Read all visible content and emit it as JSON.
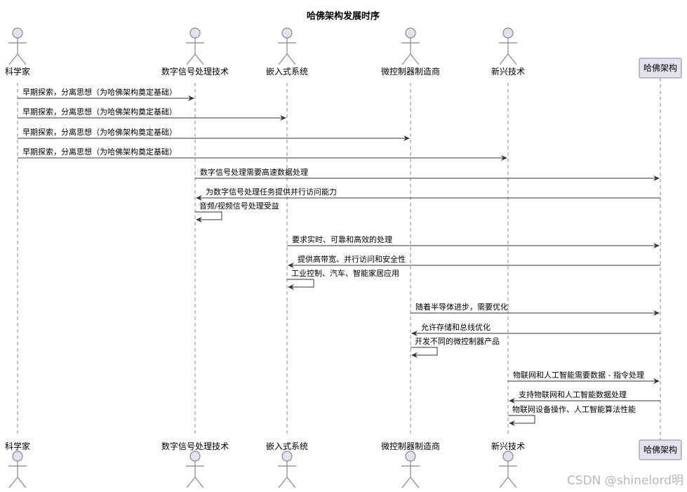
{
  "title": "哈佛架构发展时序",
  "watermark": "CSDN @shinelord明",
  "participants": [
    {
      "id": "scientist",
      "label": "科学家",
      "kind": "actor"
    },
    {
      "id": "dsp",
      "label": "数字信号处理技术",
      "kind": "actor"
    },
    {
      "id": "embedded",
      "label": "嵌入式系统",
      "kind": "actor"
    },
    {
      "id": "mcu",
      "label": "微控制器制造商",
      "kind": "actor"
    },
    {
      "id": "emerging",
      "label": "新兴技术",
      "kind": "actor"
    },
    {
      "id": "harvard",
      "label": "哈佛架构",
      "kind": "participant"
    }
  ],
  "messages": [
    {
      "from": "scientist",
      "to": "dsp",
      "text": "早期探索，分离思想（为哈佛架构奠定基础）"
    },
    {
      "from": "scientist",
      "to": "embedded",
      "text": "早期探索，分离思想（为哈佛架构奠定基础）"
    },
    {
      "from": "scientist",
      "to": "mcu",
      "text": "早期探索，分离思想（为哈佛架构奠定基础）"
    },
    {
      "from": "scientist",
      "to": "emerging",
      "text": "早期探索，分离思想（为哈佛架构奠定基础）"
    },
    {
      "from": "dsp",
      "to": "harvard",
      "text": "数字信号处理需要高速数据处理"
    },
    {
      "from": "harvard",
      "to": "dsp",
      "text": "为数字信号处理任务提供并行访问能力"
    },
    {
      "from": "dsp",
      "to": "dsp",
      "text": "音频/视频信号处理受益"
    },
    {
      "from": "embedded",
      "to": "harvard",
      "text": "要求实时、可靠和高效的处理"
    },
    {
      "from": "harvard",
      "to": "embedded",
      "text": "提供高带宽、并行访问和安全性"
    },
    {
      "from": "embedded",
      "to": "embedded",
      "text": "工业控制、汽车、智能家居应用"
    },
    {
      "from": "mcu",
      "to": "harvard",
      "text": "随着半导体进步，需要优化"
    },
    {
      "from": "harvard",
      "to": "mcu",
      "text": "允许存储和总线优化"
    },
    {
      "from": "mcu",
      "to": "mcu",
      "text": "开发不同的微控制器产品"
    },
    {
      "from": "emerging",
      "to": "harvard",
      "text": "物联网和人工智能需要数据 - 指令处理"
    },
    {
      "from": "harvard",
      "to": "emerging",
      "text": "支持物联网和人工智能数据处理"
    },
    {
      "from": "emerging",
      "to": "emerging",
      "text": "物联网设备操作、人工智能算法性能"
    }
  ]
}
